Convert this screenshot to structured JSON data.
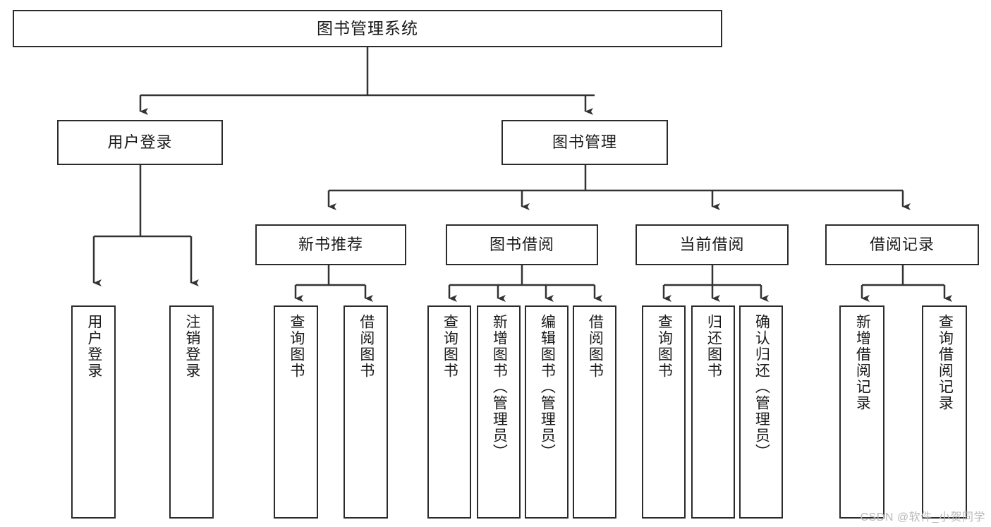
{
  "diagram": {
    "kind": "tree",
    "title": "图书管理系统",
    "levels": {
      "root": {
        "label": "图书管理系统"
      },
      "level2": [
        {
          "id": "user-login",
          "label": "用户登录"
        },
        {
          "id": "book-manage",
          "label": "图书管理"
        }
      ],
      "level3": [
        {
          "id": "new-book-recommend",
          "label": "新书推荐",
          "parent": "book-manage"
        },
        {
          "id": "book-borrow",
          "label": "图书借阅",
          "parent": "book-manage"
        },
        {
          "id": "current-borrow",
          "label": "当前借阅",
          "parent": "book-manage"
        },
        {
          "id": "borrow-record",
          "label": "借阅记录",
          "parent": "book-manage"
        }
      ],
      "leaves": [
        {
          "id": "leaf-user-login",
          "label": "用户登录",
          "parent": "user-login"
        },
        {
          "id": "leaf-logout-login",
          "label": "注销登录",
          "parent": "user-login"
        },
        {
          "id": "leaf-query-book-1",
          "label": "查询图书",
          "parent": "new-book-recommend"
        },
        {
          "id": "leaf-borrow-book-1",
          "label": "借阅图书",
          "parent": "new-book-recommend"
        },
        {
          "id": "leaf-query-book-2",
          "label": "查询图书",
          "parent": "book-borrow"
        },
        {
          "id": "leaf-add-book",
          "label": "新增图书（管理员）",
          "parent": "book-borrow"
        },
        {
          "id": "leaf-edit-book",
          "label": "编辑图书（管理员）",
          "parent": "book-borrow"
        },
        {
          "id": "leaf-borrow-book-2",
          "label": "借阅图书",
          "parent": "book-borrow"
        },
        {
          "id": "leaf-query-book-3",
          "label": "查询图书",
          "parent": "current-borrow"
        },
        {
          "id": "leaf-return-book",
          "label": "归还图书",
          "parent": "current-borrow"
        },
        {
          "id": "leaf-confirm-return",
          "label": "确认归还（管理员）",
          "parent": "current-borrow"
        },
        {
          "id": "leaf-add-record",
          "label": "新增借阅记录",
          "parent": "borrow-record"
        },
        {
          "id": "leaf-query-record",
          "label": "查询借阅记录",
          "parent": "borrow-record"
        }
      ]
    },
    "colors": {
      "box_border": "#2b2b2b",
      "box_fill": "#ffffff",
      "line": "#333333",
      "text": "#1a1a1a",
      "watermark": "#b9b9b9",
      "background": "#ffffff"
    }
  },
  "watermark": {
    "text": "CSDN @软件_小贺同学"
  }
}
